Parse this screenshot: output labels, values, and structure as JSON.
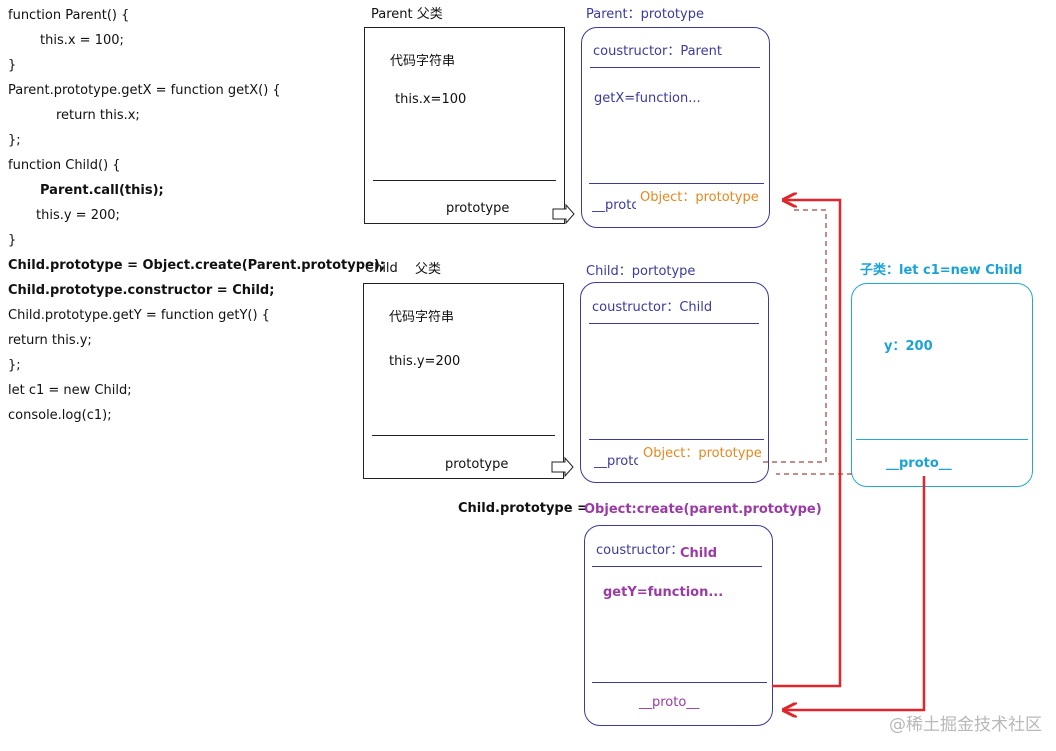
{
  "code": {
    "lines": [
      "function Parent() {",
      "this.x = 100;",
      "}",
      "Parent.prototype.getX = function getX() {",
      "return this.x;",
      "};",
      "function Child() {",
      "Parent.call(this);",
      "this.y = 200;",
      "}",
      "Child.prototype = Object.create(Parent.prototype);",
      "Child.prototype.constructor = Child;",
      "Child.prototype.getY = function getY() {",
      "return this.y;",
      "};",
      "let c1 = new Child;",
      "console.log(c1);"
    ]
  },
  "parent_class": {
    "title": "Parent 父类",
    "code_string": "代码字符串",
    "body": "this.x=100",
    "prototype_label": "prototype"
  },
  "parent_prototype": {
    "title": "Parent：prototype",
    "constructor": "coustructor：Parent",
    "method": "getX=function...",
    "proto": "__proto__",
    "proto_target": "Object：prototype"
  },
  "child_class": {
    "title": "Child",
    "title_cn": "父类",
    "code_string": "代码字符串",
    "body": "this.y=200",
    "prototype_label": "prototype"
  },
  "child_prototype": {
    "title": "Child：portotype",
    "constructor": "coustructor：Child",
    "proto": "__proto__",
    "proto_target": "Object：prototype"
  },
  "instance": {
    "title": "子类：let c1=new Child",
    "prop": "y：200",
    "proto": "__proto__"
  },
  "created": {
    "heading_left": "Child.prototype =",
    "heading_right": "Object:create(parent.prototype)",
    "constructor_label": "coustructor：",
    "constructor_value": "Child",
    "method": "getY=function...",
    "proto": "__proto__"
  },
  "watermark": "@稀土掘金技术社区",
  "colors": {
    "ink": "#222222",
    "blue": "#3a3aa0",
    "orange": "#e8871e",
    "purple": "#9b3aa6",
    "cyan": "#1aa3d6",
    "red": "#e0262a",
    "darkred": "#8b1a1a"
  }
}
